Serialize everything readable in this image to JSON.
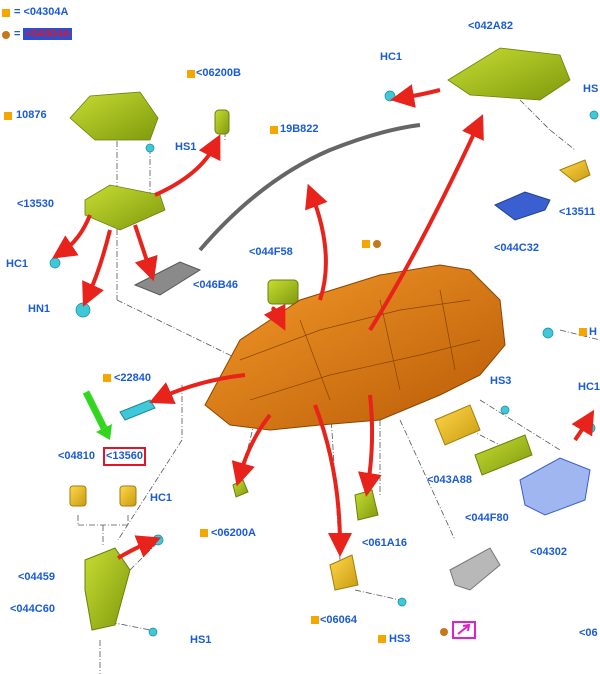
{
  "legend": {
    "square_text": "= <04304A",
    "circle_text": "= ",
    "circle_highlight": "<04304A"
  },
  "labels": {
    "l_04304A": "<04304A",
    "l_06200B": "<06200B",
    "l_10876": "10876",
    "l_HS1_top": "HS1",
    "l_13530": "<13530",
    "l_HC1_left": "HC1",
    "l_HN1": "HN1",
    "l_046B46": "<046B46",
    "l_19B822": "19B822",
    "l_044F58": "<044F58",
    "l_HC1_top": "HC1",
    "l_042A82": "<042A82",
    "l_HS_right": "HS",
    "l_13511": "<13511",
    "l_044C32": "<044C32",
    "l_H_right": "H",
    "l_22840": "<22840",
    "l_04810": "<04810",
    "l_13560": "<13560",
    "l_HC1_mid": "HC1",
    "l_06200A": "<06200A",
    "l_04459": "<04459",
    "l_044C60": "<044C60",
    "l_HS1_bot": "HS1",
    "l_HS3_top": "HS3",
    "l_043A88": "<043A88",
    "l_044F80": "<044F80",
    "l_04302": "<04302",
    "l_HC1_right": "HC1",
    "l_061A16": "<061A16",
    "l_06064": "<06064",
    "l_HS3_bot": "HS3",
    "l_06_right": "<06"
  },
  "colors": {
    "label_blue": "#1a5bd6",
    "marker_orange": "#f5a700",
    "marker_brown": "#c8761a",
    "arrow_red": "#e8231c",
    "arrow_green": "#33d61f",
    "part_olive": "#a8c21a",
    "part_orange": "#e07a10",
    "part_yellow": "#f0c020",
    "part_cyan": "#3ec8d8",
    "part_blue": "#3a5fd0",
    "highlight_box": "#e0152a",
    "link_box": "#e020c8"
  },
  "icons": {
    "link_icon": "arrow-up-right-icon"
  }
}
